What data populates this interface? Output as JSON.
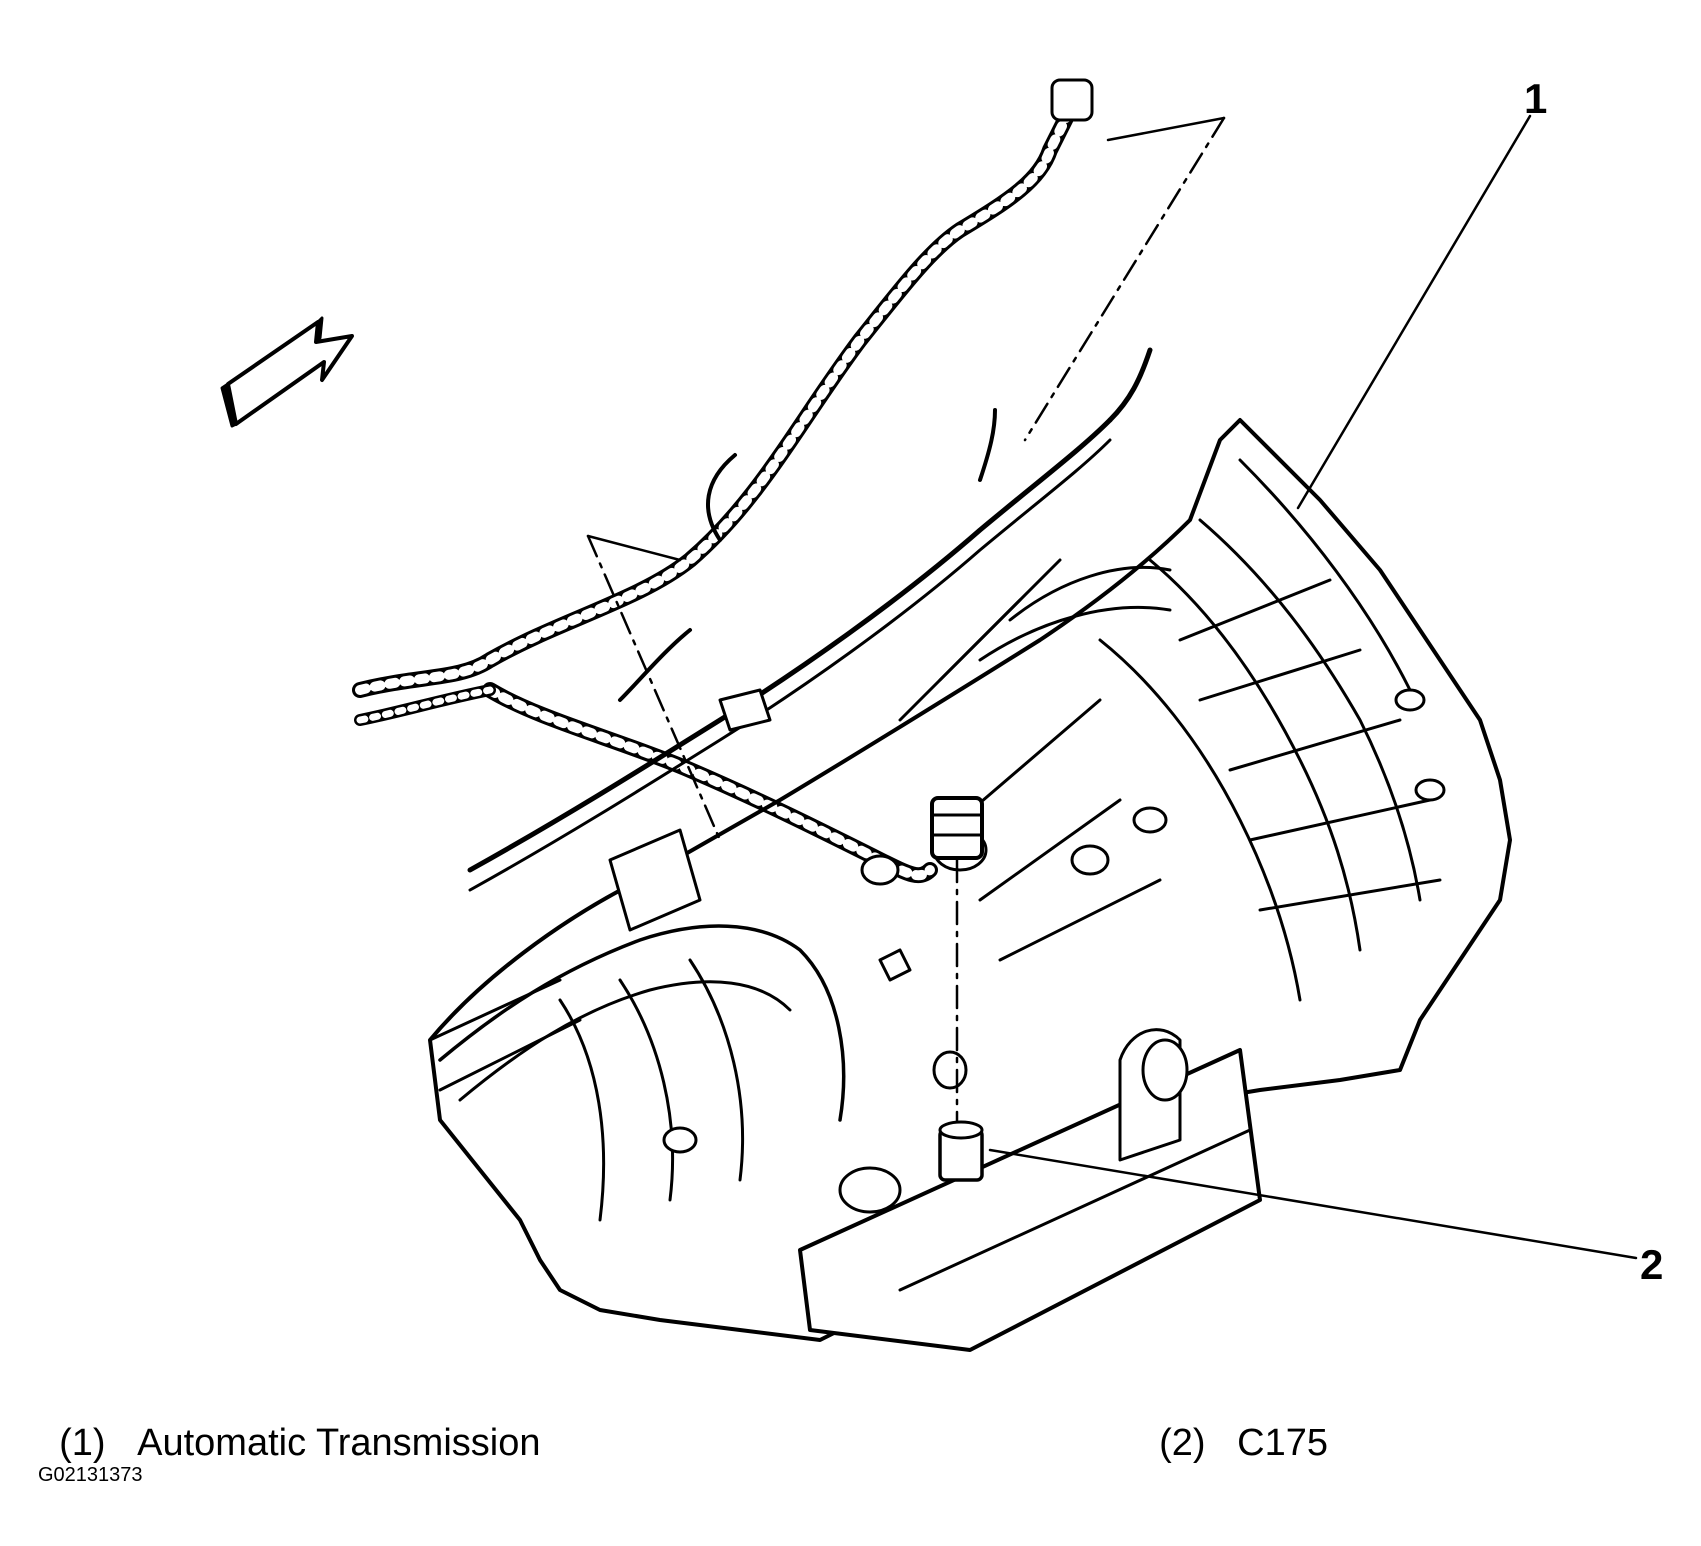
{
  "callouts": [
    {
      "number": "1",
      "label": "Automatic Transmission"
    },
    {
      "number": "2",
      "label": "C175"
    }
  ],
  "legend": [
    {
      "number": "(1)",
      "label": "Automatic Transmission"
    },
    {
      "number": "(2)",
      "label": "C175"
    }
  ],
  "figure_id": "G02131373",
  "colors": {
    "line": "#000000",
    "background": "#ffffff"
  },
  "icons": {
    "direction_arrow": "arrow-forward-icon"
  }
}
